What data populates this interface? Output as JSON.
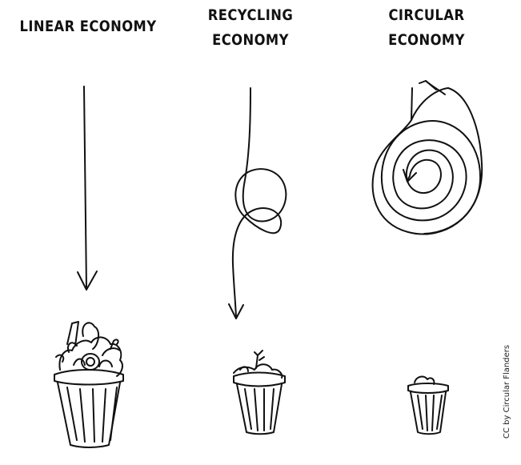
{
  "columns": [
    {
      "title_lines": [
        "LINEAR ECONOMY"
      ]
    },
    {
      "title_lines": [
        "RECYCLING",
        "ECONOMY"
      ]
    },
    {
      "title_lines": [
        "CIRCULAR",
        "ECONOMY"
      ]
    }
  ],
  "credit": "CC by Circular Flanders",
  "line_color": "#111111"
}
